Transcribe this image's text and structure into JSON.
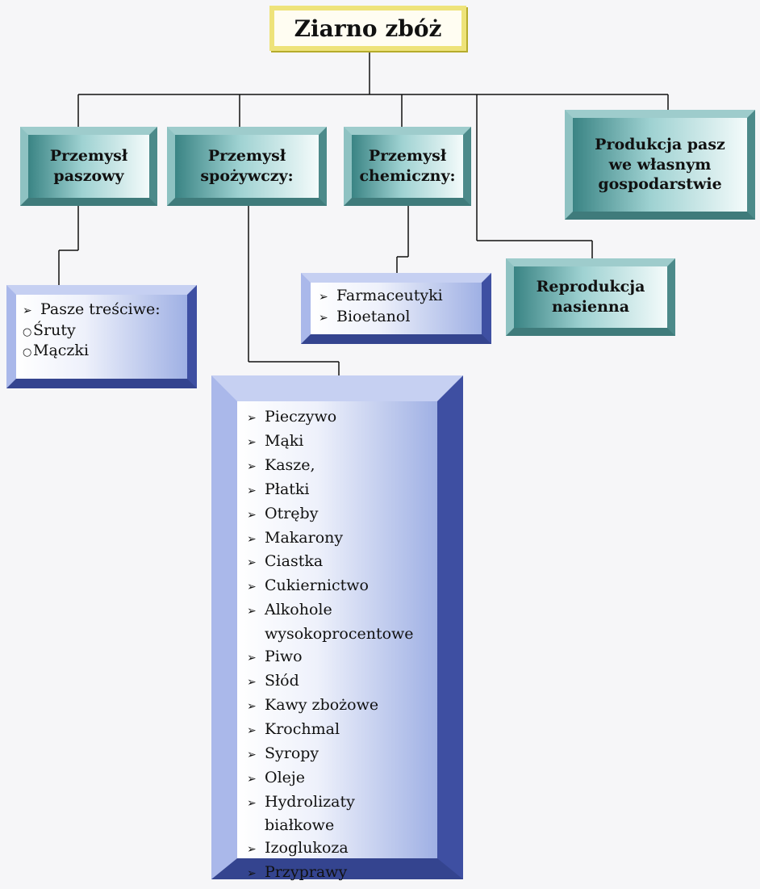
{
  "root": {
    "title": "Ziarno zbóż"
  },
  "branches": {
    "feed": {
      "line1": "Przemysł",
      "line2": "paszowy"
    },
    "food": {
      "line1": "Przemysł",
      "line2": "spożywczy:"
    },
    "chem": {
      "line1": "Przemysł",
      "line2": "chemiczny:"
    },
    "farm": {
      "line1": "Produkcja pasz",
      "line2": "we własnym",
      "line3": "gospodarstwie"
    },
    "seed": {
      "line1": "Reprodukcja",
      "line2": "nasienna"
    }
  },
  "feed_list": {
    "header": "Pasze treściwe:",
    "items": [
      "Śruty",
      "Mączki"
    ]
  },
  "chem_list": {
    "items": [
      "Farmaceutyki",
      "Bioetanol"
    ]
  },
  "food_list": {
    "items": [
      "Pieczywo",
      "Mąki",
      "Kasze,",
      "Płatki",
      "Otręby",
      "Makarony",
      "Ciastka",
      "Cukiernictwo",
      "Alkohole",
      "wysokoprocentowe",
      "Piwo",
      "Słód",
      "Kawy zbożowe",
      "Krochmal",
      "Syropy",
      "Oleje",
      "Hydrolizaty",
      "białkowe",
      "Izoglukoza",
      "Przyprawy"
    ]
  },
  "colors": {
    "root_fill": "#f5ef62",
    "teal": "#5fa0a0",
    "blue": "#4a5bb0"
  }
}
